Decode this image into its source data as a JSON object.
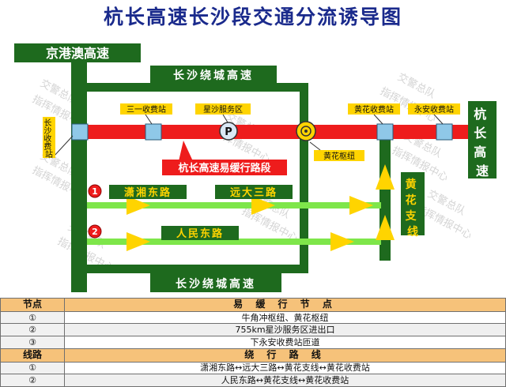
{
  "title": "杭长高速长沙段交通分流诱导图",
  "roads": {
    "jinggang_ao": "京港澳高速",
    "ring_top": "长沙绕城高速",
    "ring_bottom": "长沙绕城高速",
    "hangchang": "杭长高速",
    "huanghua_branch": "黄花支线",
    "xiangxiang_east": "潇湘东路",
    "yuanda_third": "远大三路",
    "renmin_east": "人民东路"
  },
  "stations": {
    "changsha_toll": "长沙收费站",
    "sanyi_toll": "三一收费站",
    "xingsha_service": "星沙服务区",
    "huanghua_toll": "黄花收费站",
    "yongan_toll": "永安收费站",
    "huanghua_hub": "黄花枢纽"
  },
  "icons": {
    "parking": "P",
    "route1": "1",
    "route2": "2"
  },
  "slow_section_label": "杭长高速易缓行路段",
  "watermarks": {
    "line1": "交警总队",
    "line2": "指挥情报中心"
  },
  "colors": {
    "road_green": "#1e6a1e",
    "slow_red": "#ee1c1c",
    "detour_green": "#7ee64a",
    "arrow_yellow": "#ffd400",
    "title_blue": "#1a2a8c",
    "header_orange": "#f6c27a"
  },
  "legend": {
    "nodes_header": {
      "key": "节点",
      "value": "易 缓 行 节 点"
    },
    "nodes": [
      {
        "key": "①",
        "value": "牛角冲枢纽、黄花枢纽"
      },
      {
        "key": "②",
        "value": "755km星沙服务区进出口"
      },
      {
        "key": "③",
        "value": "下永安收费站匝道"
      }
    ],
    "routes_header": {
      "key": "线路",
      "value": "绕 行 路 线"
    },
    "routes": [
      {
        "key": "①",
        "value": "潇湘东路↔远大三路↔黄花支线↔黄花收费站"
      },
      {
        "key": "②",
        "value": "人民东路↔黄花支线↔黄花收费站"
      }
    ]
  }
}
